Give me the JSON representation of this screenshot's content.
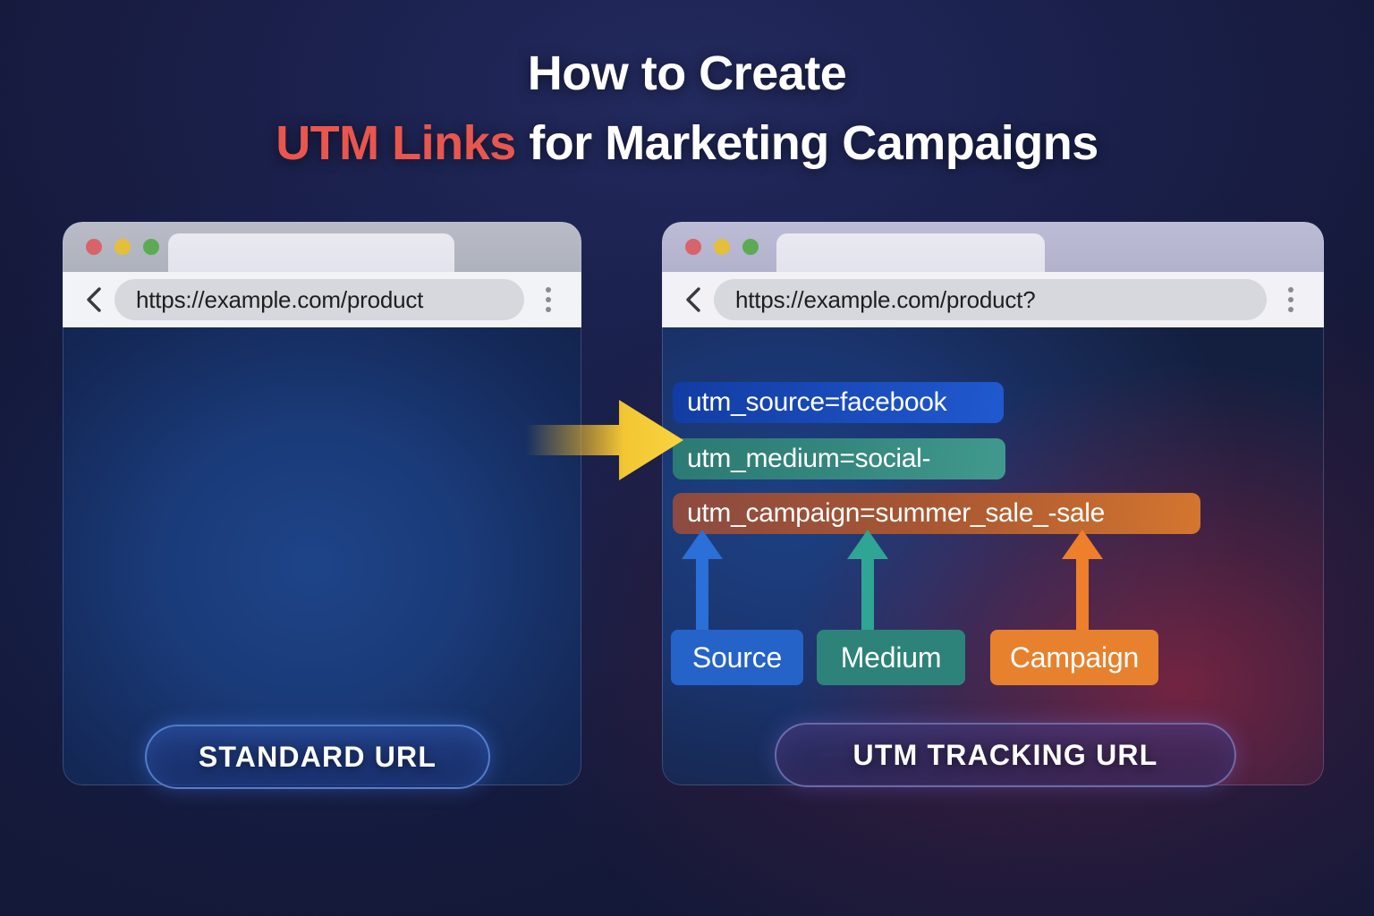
{
  "headline": {
    "line1": "How to Create",
    "line2_accent": "UTM Links",
    "line2_rest": " for Marketing Campaigns",
    "accent_color": "#e8564e"
  },
  "browser_left": {
    "window_label": "standard-url-browser",
    "traffic_lights": [
      "close-red",
      "minimize-yellow",
      "maximize-green"
    ],
    "back_icon": "chevron-left-icon",
    "url": "https://example.com/product",
    "menu_icon": "kebab-menu-icon",
    "pill_label": "STANDARD URL"
  },
  "browser_right": {
    "window_label": "utm-tracking-url-browser",
    "traffic_lights": [
      "close-red",
      "minimize-yellow",
      "maximize-green"
    ],
    "back_icon": "chevron-left-icon",
    "url": "https://example.com/product?",
    "menu_icon": "kebab-menu-icon",
    "pill_label": "UTM TRACKING URL",
    "utm_params": [
      {
        "text": "utm_source=facebook",
        "color": "#1a4cbb",
        "legend": "Source",
        "arrow_color": "#2b6fd8"
      },
      {
        "text": "utm_medium=social-",
        "color": "#35877e",
        "legend": "Medium",
        "arrow_color": "#2fa594"
      },
      {
        "text": "utm_campaign=summer_sale_-sale",
        "color": "#a85632",
        "legend": "Campaign",
        "arrow_color": "#ef7f2a"
      }
    ]
  },
  "flow_arrow": {
    "icon": "right-arrow-icon",
    "color": "#f5c332",
    "direction": "right"
  },
  "colors": {
    "background": "#13173a",
    "accent_red": "#e8564e",
    "arrow_yellow": "#f5c332",
    "source_blue": "#2563c9",
    "medium_teal": "#2d8379",
    "campaign_orange": "#e8812e"
  }
}
